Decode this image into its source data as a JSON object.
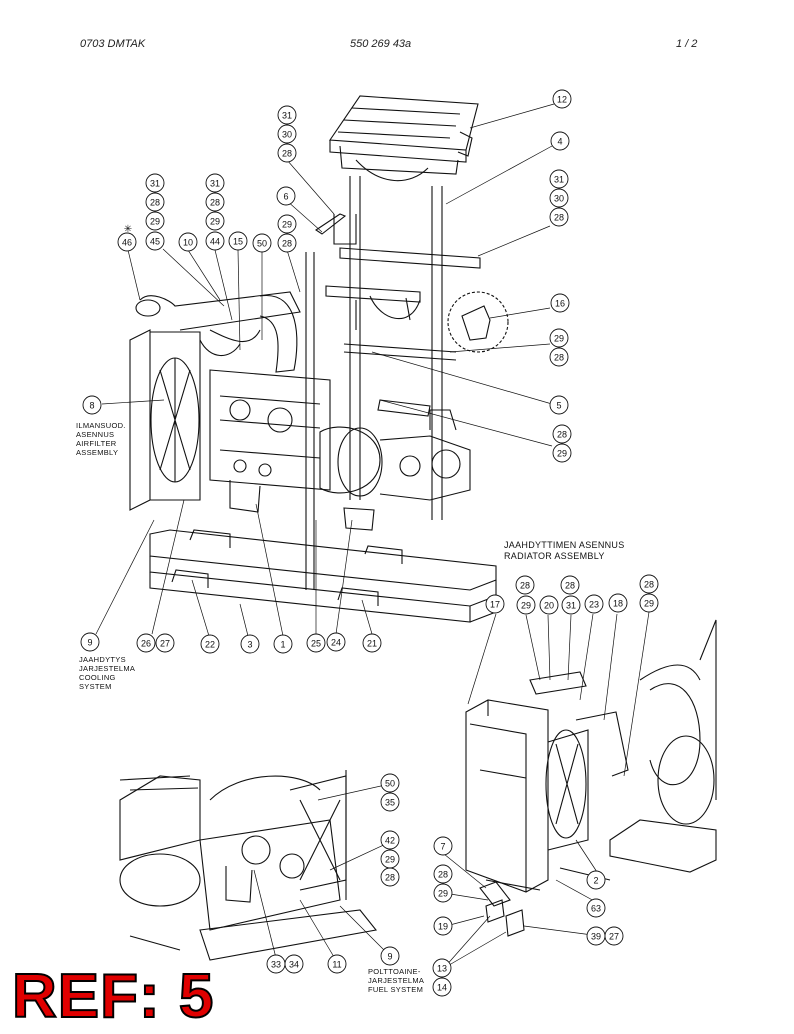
{
  "header": {
    "left": "0703 DMTAK",
    "center": "550 269 43a",
    "right": "1 /  2"
  },
  "ref_label": "REF: 5",
  "asterisk": "✳",
  "callouts": [
    {
      "t": "12"
    },
    {
      "t": "31"
    },
    {
      "t": "30"
    },
    {
      "t": "28"
    },
    {
      "t": "4"
    },
    {
      "t": "31"
    },
    {
      "t": "30"
    },
    {
      "t": "28"
    },
    {
      "t": "31"
    },
    {
      "t": "28"
    },
    {
      "t": "29"
    },
    {
      "t": "45"
    },
    {
      "t": "31"
    },
    {
      "t": "28"
    },
    {
      "t": "29"
    },
    {
      "t": "44"
    },
    {
      "t": "6"
    },
    {
      "t": "29"
    },
    {
      "t": "28"
    },
    {
      "t": "46"
    },
    {
      "t": "10"
    },
    {
      "t": "15"
    },
    {
      "t": "50"
    },
    {
      "t": "16"
    },
    {
      "t": "29"
    },
    {
      "t": "28"
    },
    {
      "t": "8"
    },
    {
      "t": "5"
    },
    {
      "t": "28"
    },
    {
      "t": "29"
    },
    {
      "t": "9"
    },
    {
      "t": "26"
    },
    {
      "t": "27"
    },
    {
      "t": "22"
    },
    {
      "t": "3"
    },
    {
      "t": "1"
    },
    {
      "t": "25"
    },
    {
      "t": "24"
    },
    {
      "t": "21"
    },
    {
      "t": "28"
    },
    {
      "t": "29"
    },
    {
      "t": "28"
    },
    {
      "t": "20"
    },
    {
      "t": "31"
    },
    {
      "t": "23"
    },
    {
      "t": "18"
    },
    {
      "t": "28"
    },
    {
      "t": "29"
    },
    {
      "t": "17"
    },
    {
      "t": "2"
    },
    {
      "t": "63"
    },
    {
      "t": "7"
    },
    {
      "t": "28"
    },
    {
      "t": "29"
    },
    {
      "t": "19"
    },
    {
      "t": "39"
    },
    {
      "t": "27"
    },
    {
      "t": "13"
    },
    {
      "t": "14"
    },
    {
      "t": "50"
    },
    {
      "t": "35"
    },
    {
      "t": "42"
    },
    {
      "t": "29"
    },
    {
      "t": "28"
    },
    {
      "t": "33"
    },
    {
      "t": "34"
    },
    {
      "t": "11"
    },
    {
      "t": "9"
    }
  ],
  "labels": {
    "airfilter": [
      "ILMANSUOD.",
      "ASENNUS",
      "AIRFILTER",
      "ASSEMBLY"
    ],
    "cooling": [
      "JAAHDYTYS",
      "JARJESTELMA",
      "COOLING",
      "SYSTEM"
    ],
    "radiator": [
      "JAAHDYTTIMEN ASENNUS",
      "RADIATOR ASSEMBLY"
    ],
    "fuel": [
      "POLTTOAINE-",
      "JARJESTELMA",
      "FUEL SYSTEM"
    ]
  }
}
